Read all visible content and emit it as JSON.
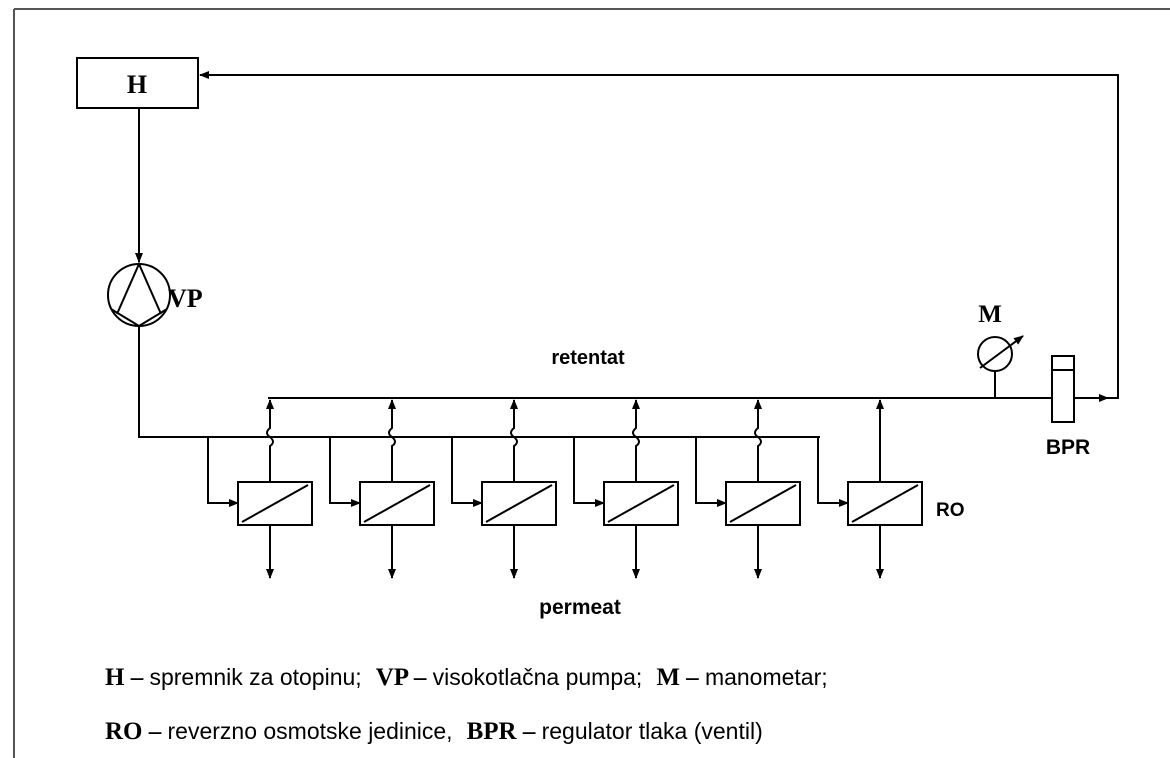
{
  "labels": {
    "tank": "H",
    "pump": "VP",
    "manometer": "M",
    "retentate": "retentat",
    "bpr": "BPR",
    "ro": "RO",
    "permeate": "permeat"
  },
  "legend": [
    [
      {
        "key": "H",
        "sep": "–",
        "text": "spremnik za otopinu;"
      },
      {
        "key": "VP",
        "sep": "–",
        "text": "visokotlačna pumpa;"
      },
      {
        "key": "M",
        "sep": "–",
        "text": "manometar;"
      }
    ],
    [
      {
        "key": "RO",
        "sep": "–",
        "text": "reverzno osmotske jedinice,"
      },
      {
        "key": "BPR",
        "sep": "–",
        "text": "regulator tlaka (ventil)"
      }
    ]
  ],
  "ro_unit_count": 6
}
